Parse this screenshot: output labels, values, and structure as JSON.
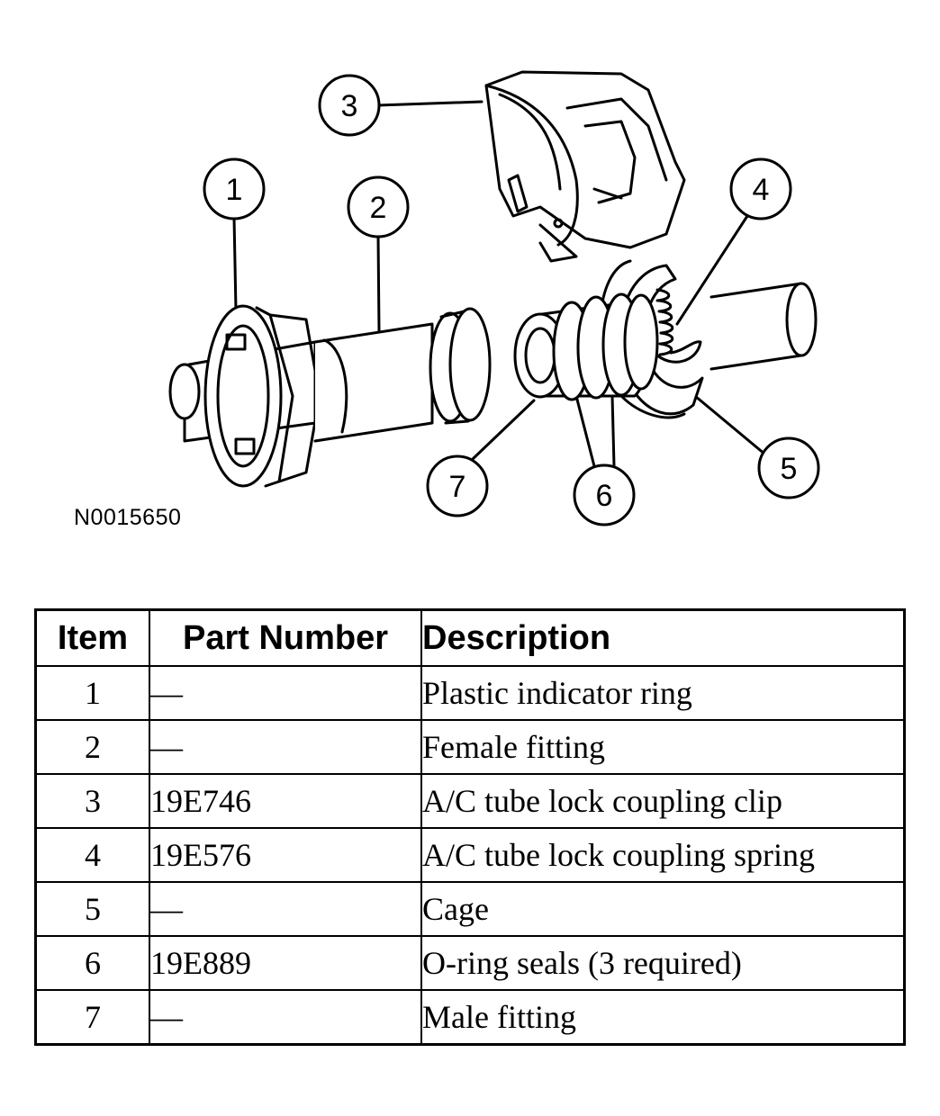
{
  "figure": {
    "id": "N0015650",
    "callouts": [
      "1",
      "2",
      "3",
      "4",
      "5",
      "6",
      "7"
    ]
  },
  "table": {
    "headers": {
      "item": "Item",
      "part_number": "Part Number",
      "description": "Description"
    },
    "rows": [
      {
        "item": "1",
        "part_number": "—",
        "description": "Plastic indicator ring"
      },
      {
        "item": "2",
        "part_number": "—",
        "description": "Female fitting"
      },
      {
        "item": "3",
        "part_number": "19E746",
        "description": "A/C tube lock coupling clip"
      },
      {
        "item": "4",
        "part_number": "19E576",
        "description": "A/C tube lock coupling spring"
      },
      {
        "item": "5",
        "part_number": "—",
        "description": "Cage"
      },
      {
        "item": "6",
        "part_number": "19E889",
        "description": "O-ring seals (3 required)"
      },
      {
        "item": "7",
        "part_number": "—",
        "description": "Male fitting"
      }
    ]
  }
}
